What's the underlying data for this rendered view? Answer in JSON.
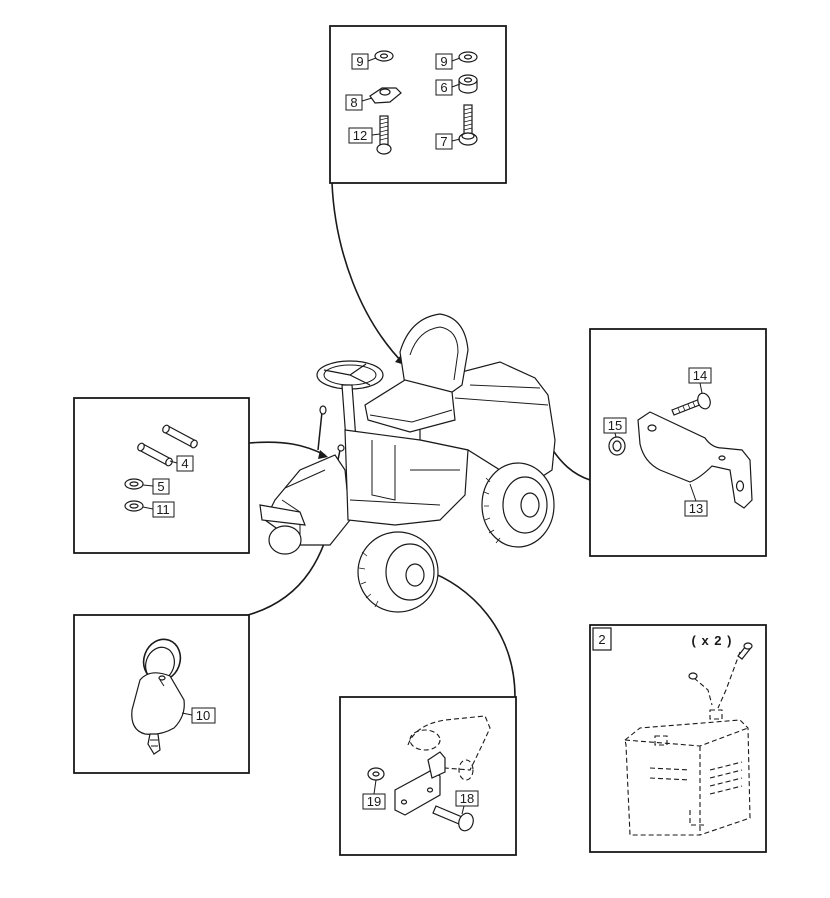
{
  "panels": {
    "fasteners": {
      "left_set": [
        "9",
        "8",
        "12"
      ],
      "right_set": [
        "9",
        "6",
        "7"
      ]
    },
    "pins": {
      "labels": [
        "4",
        "5",
        "11"
      ]
    },
    "bracket": {
      "labels": [
        "14",
        "15",
        "13"
      ]
    },
    "key": {
      "labels": [
        "10"
      ]
    },
    "pivot": {
      "labels": [
        "19",
        "18"
      ]
    },
    "battery": {
      "panel_no": "2",
      "quantity": "( x 2 )"
    }
  }
}
